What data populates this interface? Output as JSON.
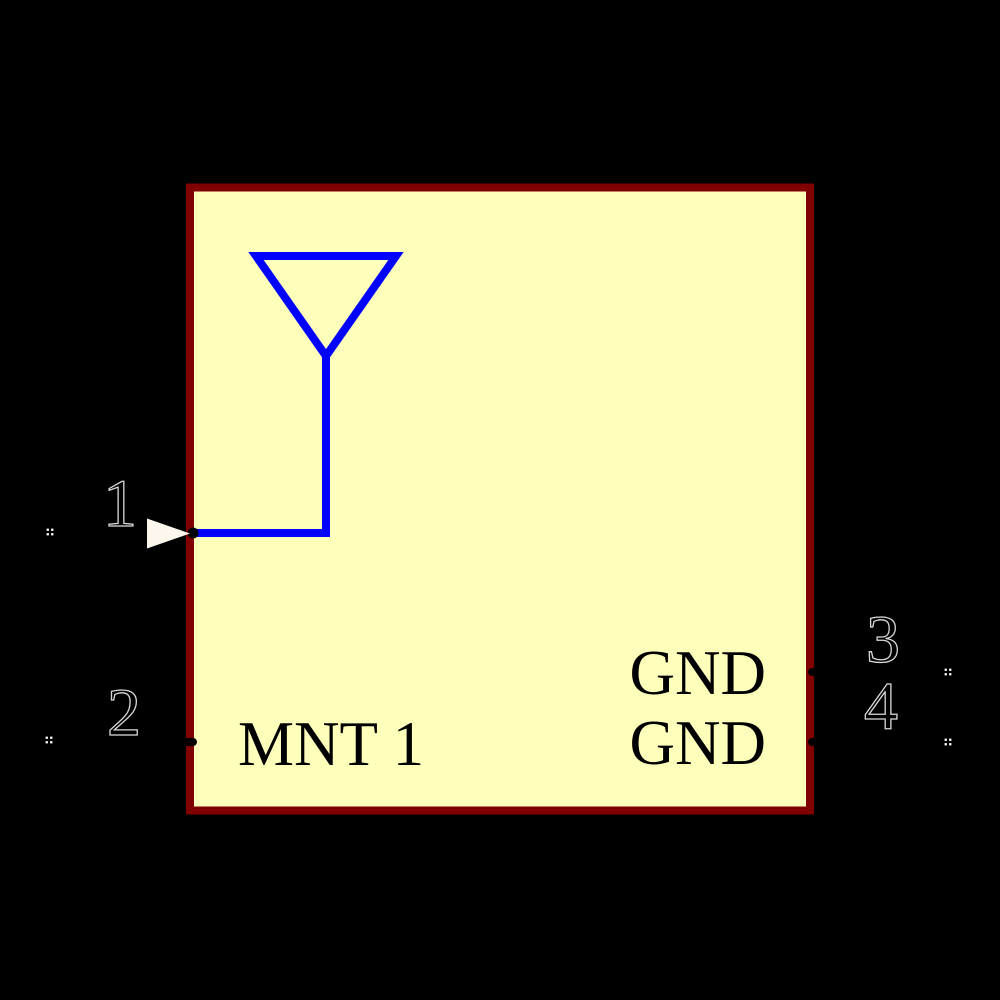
{
  "schematic": {
    "kind": "component-symbol",
    "pins": [
      {
        "number": "1",
        "name": "",
        "side": "left"
      },
      {
        "number": "2",
        "name": "MNT 1",
        "side": "left"
      },
      {
        "number": "3",
        "name": "GND",
        "side": "right"
      },
      {
        "number": "4",
        "name": "GND",
        "side": "right"
      }
    ],
    "icons": {
      "antenna": "antenna-icon",
      "pin_direction": "input-arrow-icon",
      "pin_endpoint": "pin-connection-marker"
    },
    "colors": {
      "canvas_background": "#000000",
      "body_fill": "#FFFFBC",
      "body_outline": "#800000",
      "antenna_stroke": "#0000FF",
      "pin_lead": "#000000",
      "pin_name_text": "#000000",
      "pin_number_fill": "#000000",
      "pin_number_outline": "#D8D8D8",
      "arrow_fill": "#FCF6EC",
      "connection_marker": "#FFFFFF"
    }
  }
}
